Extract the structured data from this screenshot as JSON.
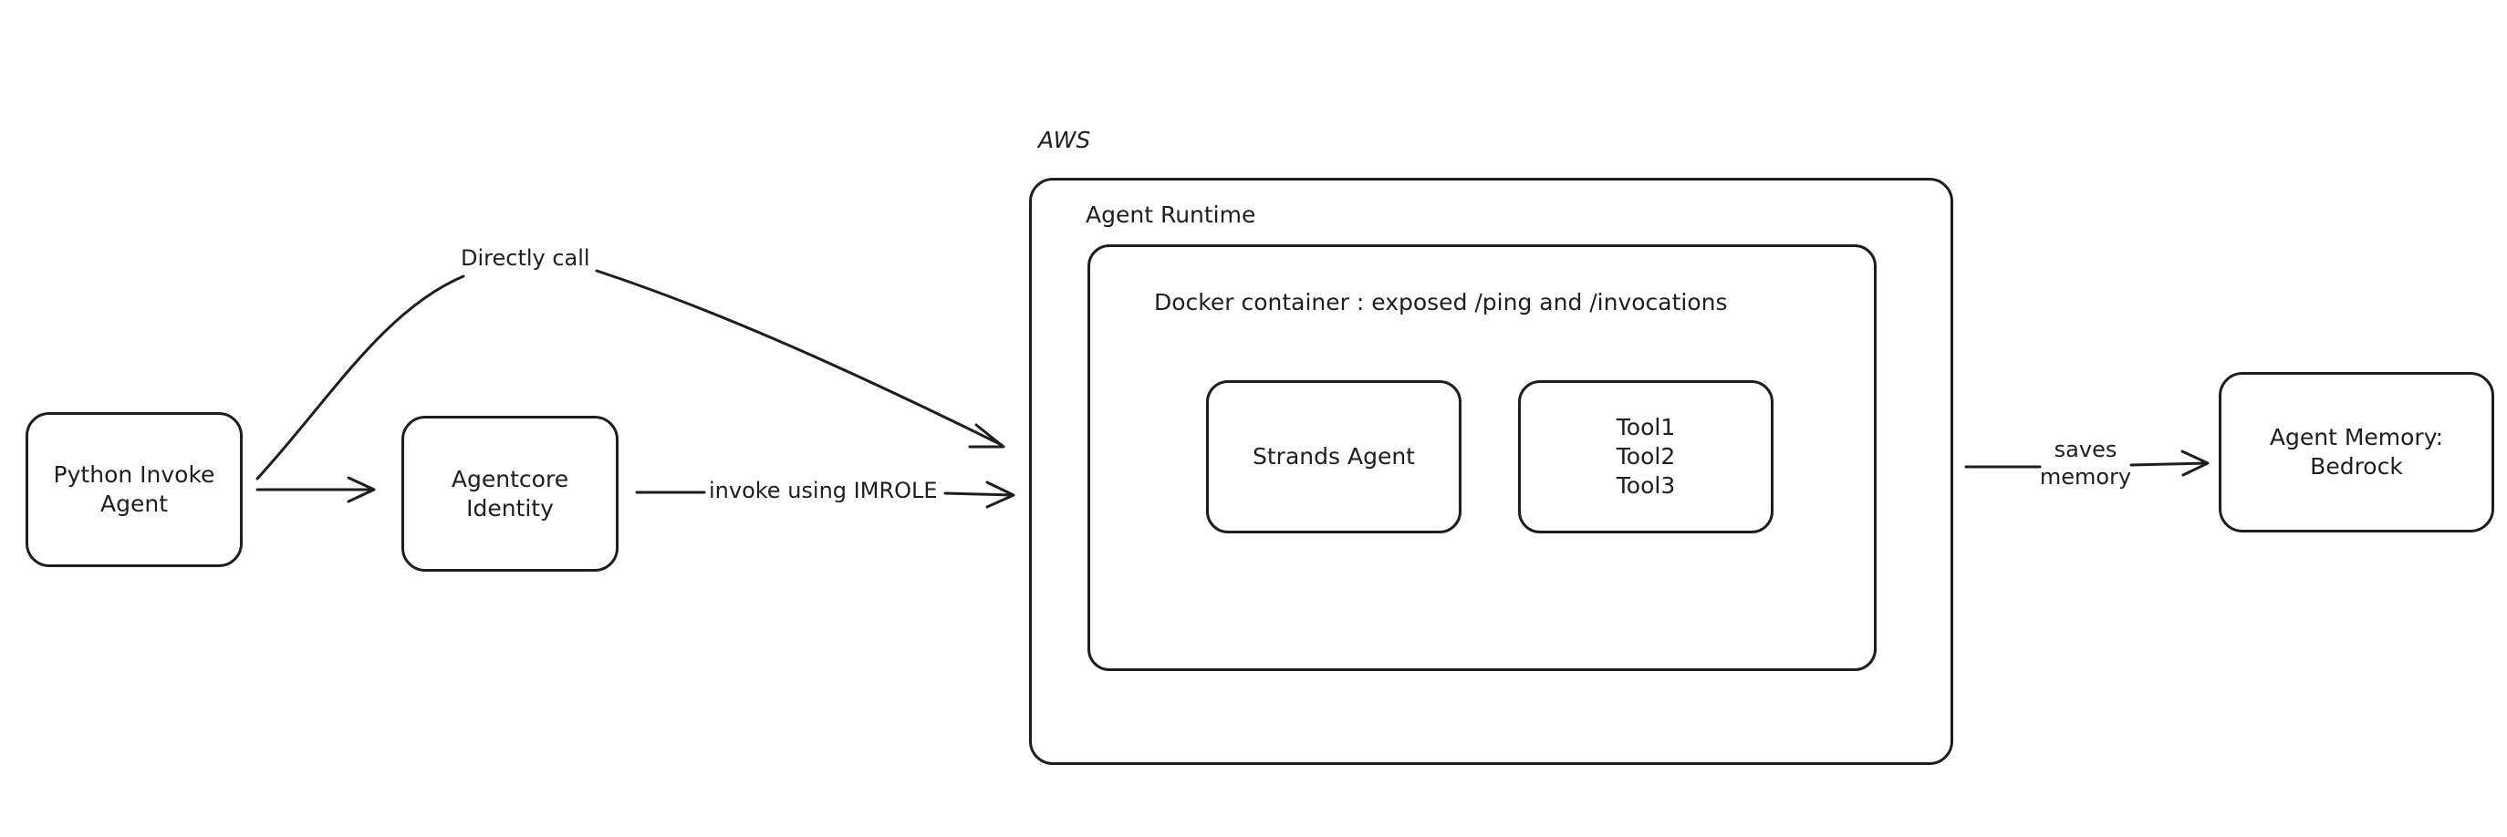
{
  "diagram": {
    "nodes": {
      "python_invoke_agent": {
        "lines": [
          "Python Invoke",
          "Agent"
        ]
      },
      "agentcore_identity": {
        "lines": [
          "Agentcore",
          "Identity"
        ]
      },
      "aws_group": {
        "label": "AWS"
      },
      "agent_runtime": {
        "label": "Agent Runtime"
      },
      "docker_container": {
        "label": "Docker container : exposed /ping and /invocations"
      },
      "strands_agent": {
        "lines": [
          "Strands Agent"
        ]
      },
      "tools": {
        "lines": [
          "Tool1",
          "Tool2",
          "Tool3"
        ]
      },
      "agent_memory": {
        "lines": [
          "Agent Memory:",
          "Bedrock"
        ]
      }
    },
    "edges": {
      "directly_call": {
        "label": "Directly call"
      },
      "invoke_using_imrole": {
        "label": "invoke using IMROLE"
      },
      "saves_memory": {
        "lines": [
          "saves",
          "memory"
        ]
      },
      "python_to_identity": {
        "label": ""
      }
    },
    "colors": {
      "stroke": "#1e1e1e",
      "background": "#ffffff"
    }
  }
}
